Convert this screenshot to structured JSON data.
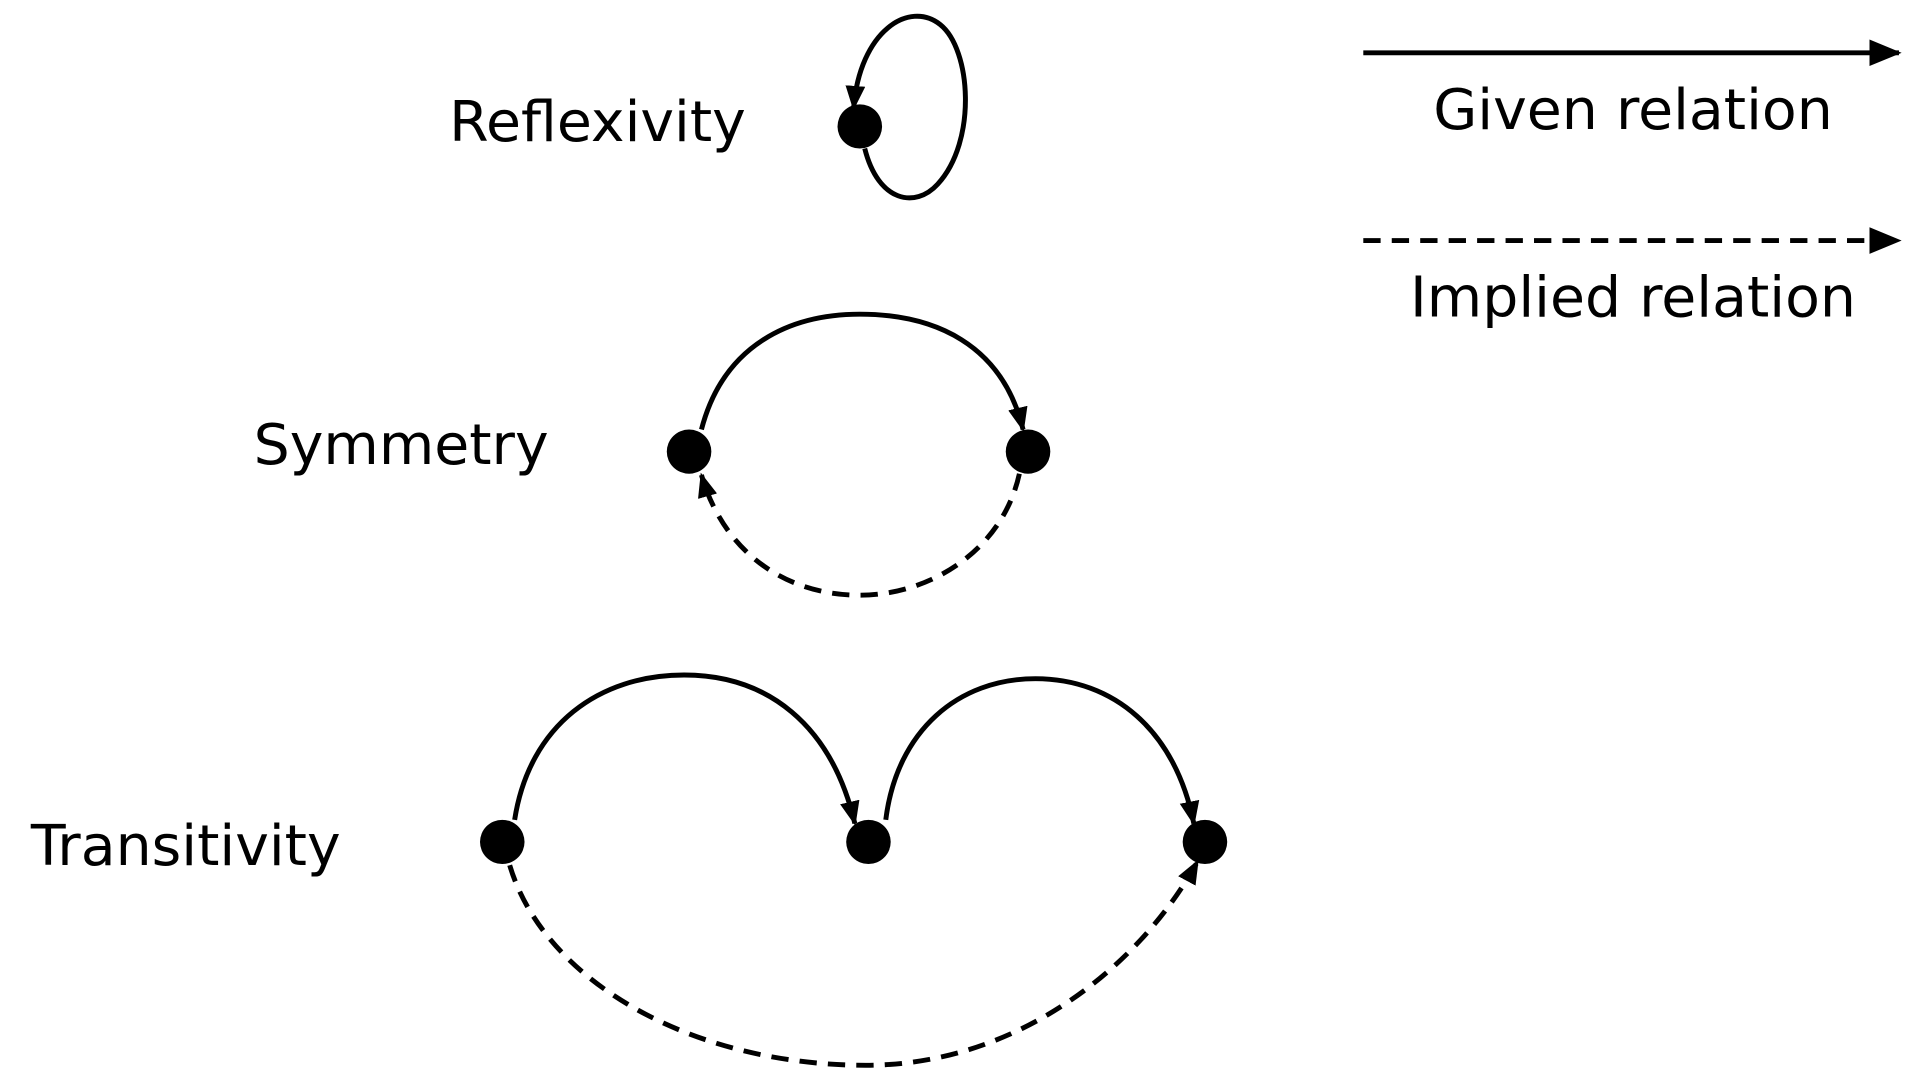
{
  "diagram": {
    "rows": [
      {
        "label": "Reflexivity"
      },
      {
        "label": "Symmetry"
      },
      {
        "label": "Transitivity"
      }
    ],
    "legend": {
      "given": "Given relation",
      "implied": "Implied relation"
    },
    "colors": {
      "ink": "#000000",
      "background": "#ffffff"
    }
  }
}
